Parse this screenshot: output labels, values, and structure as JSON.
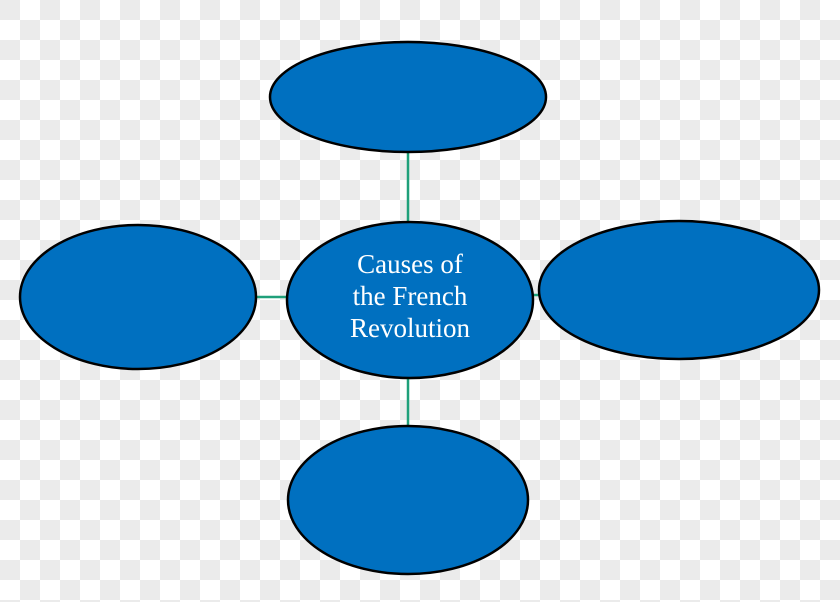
{
  "diagram": {
    "type": "concept-map",
    "colors": {
      "node_fill": "#0070c0",
      "node_stroke": "#000000",
      "connector": "#1fa07a",
      "label_text": "#ffffff"
    },
    "center": {
      "label_lines": [
        "Causes of",
        "the French",
        "Revolution"
      ],
      "label": "Causes of the French Revolution"
    },
    "branches": [
      {
        "position": "top",
        "label": ""
      },
      {
        "position": "left",
        "label": ""
      },
      {
        "position": "right",
        "label": ""
      },
      {
        "position": "bottom",
        "label": ""
      }
    ]
  }
}
